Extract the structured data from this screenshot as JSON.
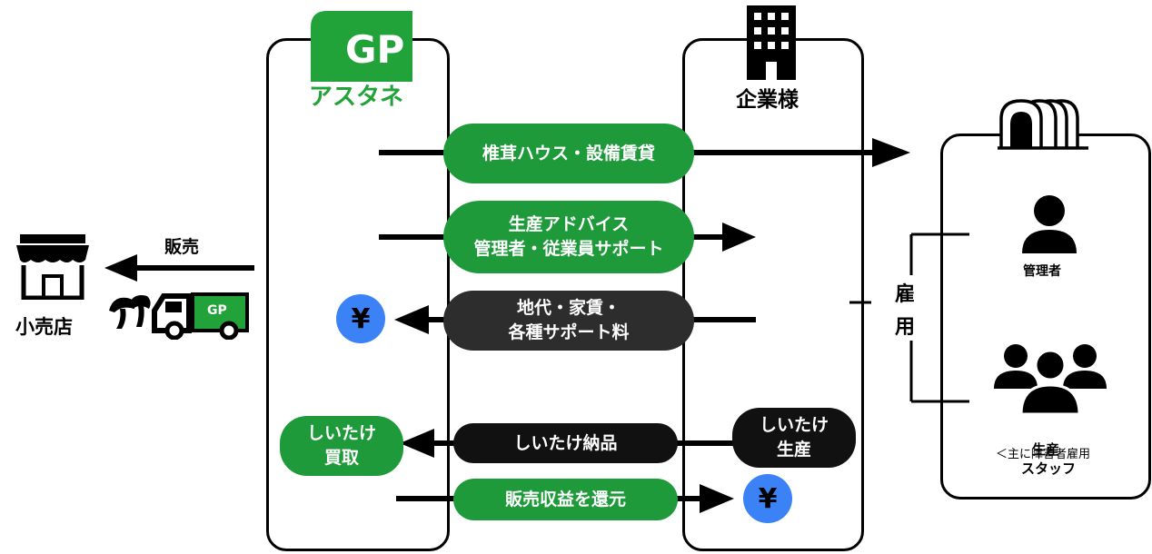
{
  "astane": {
    "logo_text": "GP",
    "name": "アスタネ"
  },
  "company": {
    "name": "企業様"
  },
  "shop": {
    "name": "小売店",
    "sale_label": "販売",
    "truck_logo": "GP"
  },
  "flows": {
    "rental": "椎茸ハウス・設備賃貸",
    "advice_line1": "生産アドバイス",
    "advice_line2": "管理者・従業員サポート",
    "fees_line1": "地代・家賃・",
    "fees_line2": "各種サポート料",
    "delivery": "しいたけ納品",
    "return": "販売収益を還元"
  },
  "purchase": {
    "line1": "しいたけ",
    "line2": "買取"
  },
  "production": {
    "line1": "しいたけ",
    "line2": "生産"
  },
  "employment": {
    "char1": "雇",
    "char2": "用"
  },
  "farm": {
    "manager": "管理者",
    "staff_line1": "生産",
    "staff_line2": "スタッフ",
    "staff_note": "＜主に障害者雇用"
  },
  "yen_symbol": "¥",
  "icons": [
    "store-icon",
    "truck-icon",
    "mushroom-icon",
    "building-icon",
    "greenhouse-icon",
    "person-icon",
    "group-icon",
    "yen-icon"
  ],
  "colors": {
    "green": "#1f9a3a",
    "black": "#111111",
    "blue": "#3b82f6"
  }
}
